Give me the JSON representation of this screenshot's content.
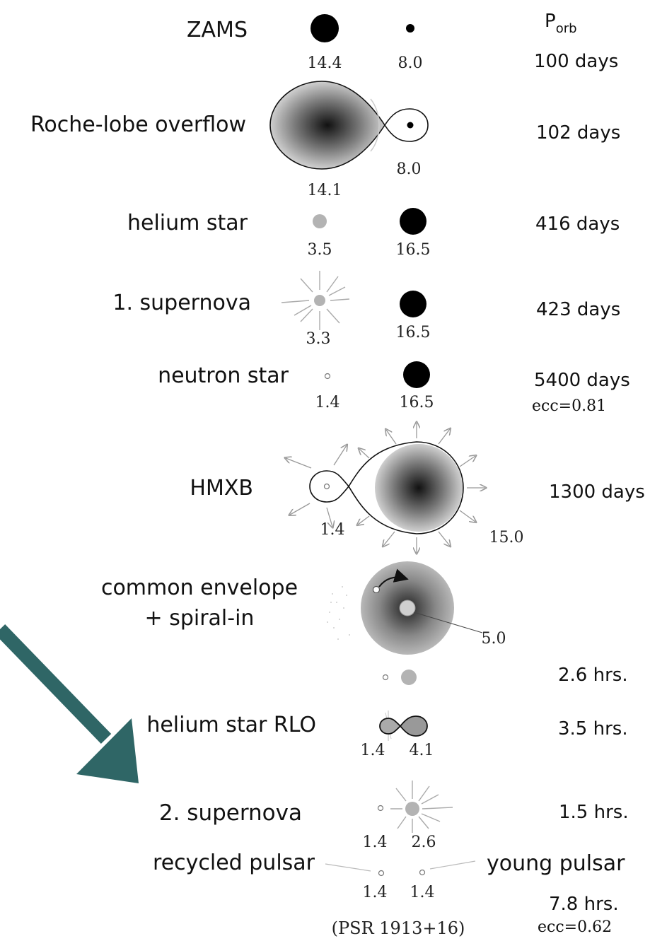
{
  "header": {
    "porb_main": "P",
    "porb_sub": "orb"
  },
  "stages": [
    {
      "label": "ZAMS",
      "masses": [
        "14.4",
        "8.0"
      ],
      "porb": "100 days"
    },
    {
      "label": "Roche-lobe overflow",
      "masses": [
        "14.1",
        "8.0"
      ],
      "porb": "102 days"
    },
    {
      "label": "helium star",
      "masses": [
        "3.5",
        "16.5"
      ],
      "porb": "416 days"
    },
    {
      "label": "1. supernova",
      "masses": [
        "3.3",
        "16.5"
      ],
      "porb": "423 days"
    },
    {
      "label": "neutron star",
      "masses": [
        "1.4",
        "16.5"
      ],
      "porb": "5400 days",
      "ecc": "ecc=0.81"
    },
    {
      "label": "HMXB",
      "masses": [
        "1.4",
        "15.0"
      ],
      "porb": "1300 days"
    },
    {
      "label_lines": [
        "common envelope",
        "+ spiral-in"
      ],
      "masses": [
        "5.0"
      ],
      "porb": ""
    },
    {
      "label": "",
      "masses": [],
      "porb": "2.6 hrs."
    },
    {
      "label": "helium star RLO",
      "masses": [
        "1.4",
        "4.1"
      ],
      "porb": "3.5 hrs."
    },
    {
      "label": "2. supernova",
      "masses": [
        "1.4",
        "2.6"
      ],
      "porb": "1.5 hrs."
    },
    {
      "label": "recycled pulsar",
      "right_label": "young pulsar",
      "masses": [
        "1.4",
        "1.4"
      ],
      "porb": "7.8 hrs.",
      "ecc": "ecc=0.62"
    }
  ],
  "footnote": "(PSR 1913+16)",
  "colors": {
    "arrow": "#2f6666",
    "star_dark": "#000000",
    "star_gray": "#b3b3b3",
    "envelope": "#a8a8a8"
  }
}
